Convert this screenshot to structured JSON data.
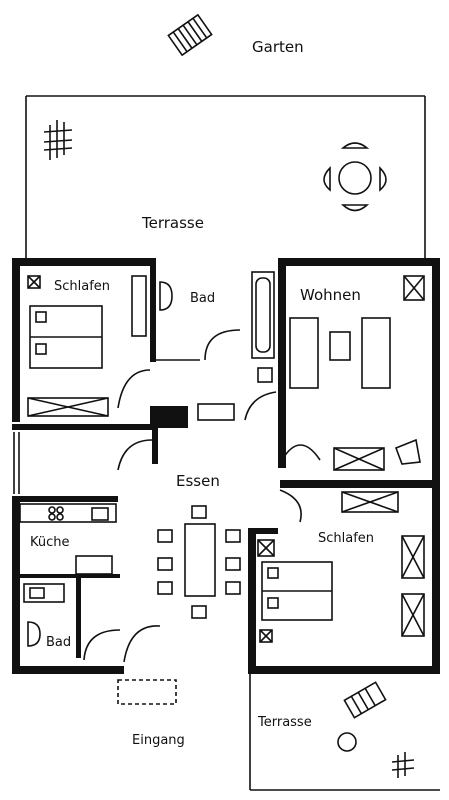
{
  "plan": {
    "labels": {
      "garten": "Garten",
      "terrasse_top": "Terrasse",
      "schlafen_1": "Schlafen",
      "bad_1": "Bad",
      "wohnen": "Wohnen",
      "essen": "Essen",
      "kueche": "Küche",
      "schlafen_2": "Schlafen",
      "bad_2": "Bad",
      "eingang": "Eingang",
      "terrasse_bottom": "Terrasse"
    }
  }
}
